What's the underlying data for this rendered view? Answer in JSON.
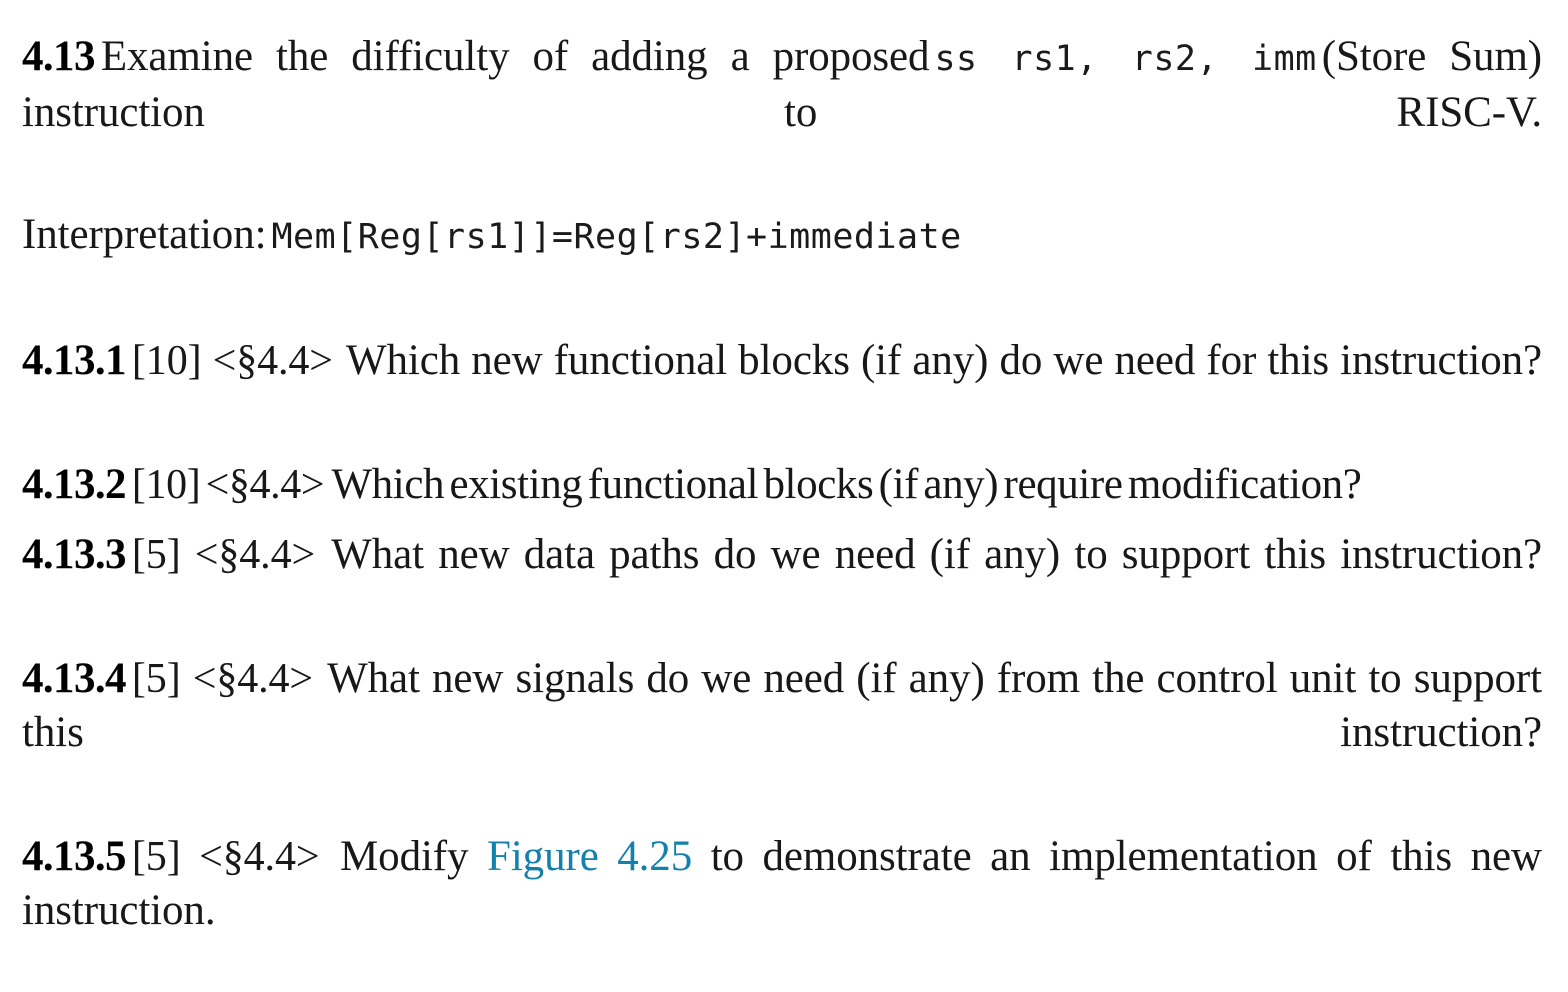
{
  "document": {
    "type": "textbook-exercise-page",
    "link_color": "#1380ad",
    "text_color": "#18181a",
    "background": "#ffffff"
  },
  "exercise": {
    "number": "4.13",
    "intro_text": "Examine the difficulty of adding a proposed",
    "intro_code": "ss rs1, rs2, imm",
    "intro_tail": "(Store Sum) instruction to RISC-V.",
    "interpretation_label": "Interpretation:",
    "interpretation_code": "Mem[Reg[rs1]]=Reg[rs2]+immediate"
  },
  "subparts": [
    {
      "number": "4.13.1",
      "points": "[10]",
      "section": "<§4.4>",
      "text": "Which new functional blocks (if any) do we need for this instruction?"
    },
    {
      "number": "4.13.2",
      "points": "[10]",
      "section": "<§4.4>",
      "text": "Which existing functional blocks (if any) require modification?"
    },
    {
      "number": "4.13.3",
      "points": "[5]",
      "section": "<§4.4>",
      "text": "What new data paths do we need (if any) to support this instruction?"
    },
    {
      "number": "4.13.4",
      "points": "[5]",
      "section": "<§4.4>",
      "text": "What new signals do we need (if any) from the control unit to support this instruction?"
    },
    {
      "number": "4.13.5",
      "points": "[5]",
      "section": "<§4.4>",
      "text_before_link": "Modify",
      "link_text": "Figure 4.25",
      "text_after_link": "to demonstrate an implementation of this new instruction."
    }
  ]
}
